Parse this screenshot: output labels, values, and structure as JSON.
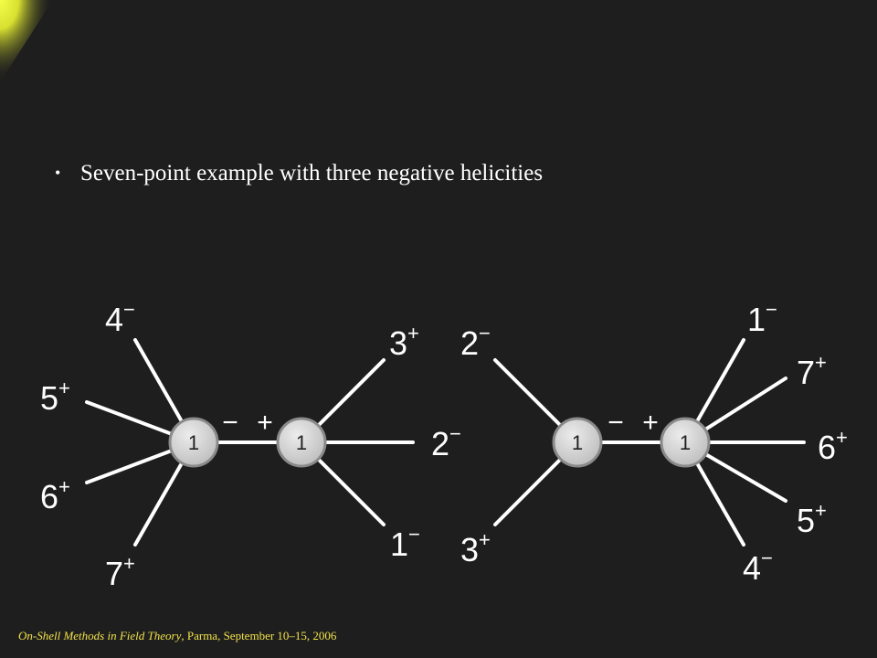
{
  "slide": {
    "bullet_marker": "•",
    "bullet_text": "Seven-point example with three negative helicities"
  },
  "footer": {
    "title": "On-Shell Methods in Field Theory",
    "rest": ", Parma, September 10–15, 2006"
  },
  "colors": {
    "background": "#1e1e1e",
    "accent_yellow": "#f2e24a",
    "vertex_fill": "#d6d6d6",
    "vertex_stroke": "#8a8a8a"
  },
  "diagram_left": {
    "vertex_a_label": "1",
    "vertex_b_label": "1",
    "propagator_minus": "−",
    "propagator_plus": "+",
    "legs": [
      {
        "num": "4",
        "sign": "−"
      },
      {
        "num": "5",
        "sign": "+"
      },
      {
        "num": "6",
        "sign": "+"
      },
      {
        "num": "7",
        "sign": "+"
      },
      {
        "num": "3",
        "sign": "+"
      },
      {
        "num": "2",
        "sign": "−"
      },
      {
        "num": "1",
        "sign": "−"
      }
    ]
  },
  "diagram_right": {
    "vertex_a_label": "1",
    "vertex_b_label": "1",
    "propagator_minus": "−",
    "propagator_plus": "+",
    "legs": [
      {
        "num": "2",
        "sign": "−"
      },
      {
        "num": "3",
        "sign": "+"
      },
      {
        "num": "1",
        "sign": "−"
      },
      {
        "num": "7",
        "sign": "+"
      },
      {
        "num": "6",
        "sign": "+"
      },
      {
        "num": "5",
        "sign": "+"
      },
      {
        "num": "4",
        "sign": "−"
      }
    ]
  }
}
